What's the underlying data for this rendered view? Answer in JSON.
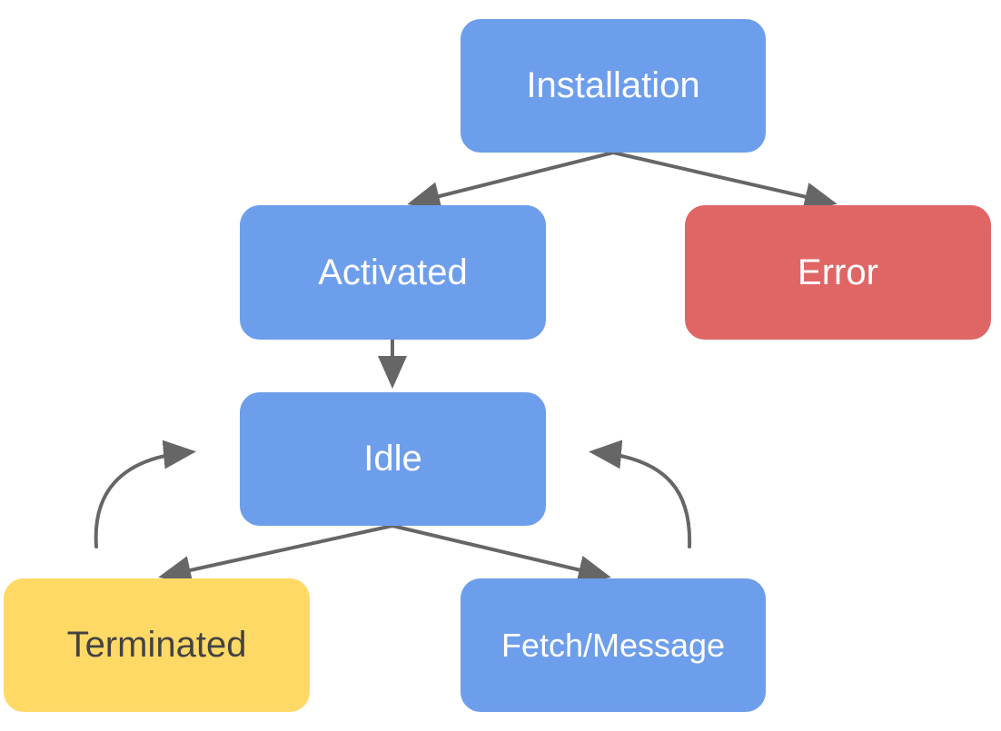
{
  "nodes": {
    "installation": {
      "label": "Installation"
    },
    "activated": {
      "label": "Activated"
    },
    "error": {
      "label": "Error"
    },
    "idle": {
      "label": "Idle"
    },
    "terminated": {
      "label": "Terminated"
    },
    "fetch_message": {
      "label": "Fetch/Message"
    }
  },
  "edges": [
    {
      "from": "installation",
      "to": "activated"
    },
    {
      "from": "installation",
      "to": "error"
    },
    {
      "from": "activated",
      "to": "idle"
    },
    {
      "from": "idle",
      "to": "terminated"
    },
    {
      "from": "idle",
      "to": "fetch_message"
    },
    {
      "from": "terminated",
      "to": "idle"
    },
    {
      "from": "fetch_message",
      "to": "idle"
    }
  ],
  "colors": {
    "blue_node": "#6d9eeb",
    "error_node": "#e06666",
    "terminated_node": "#ffd966",
    "arrow": "#666666",
    "light_text": "#ffffff",
    "dark_text": "#434343"
  }
}
